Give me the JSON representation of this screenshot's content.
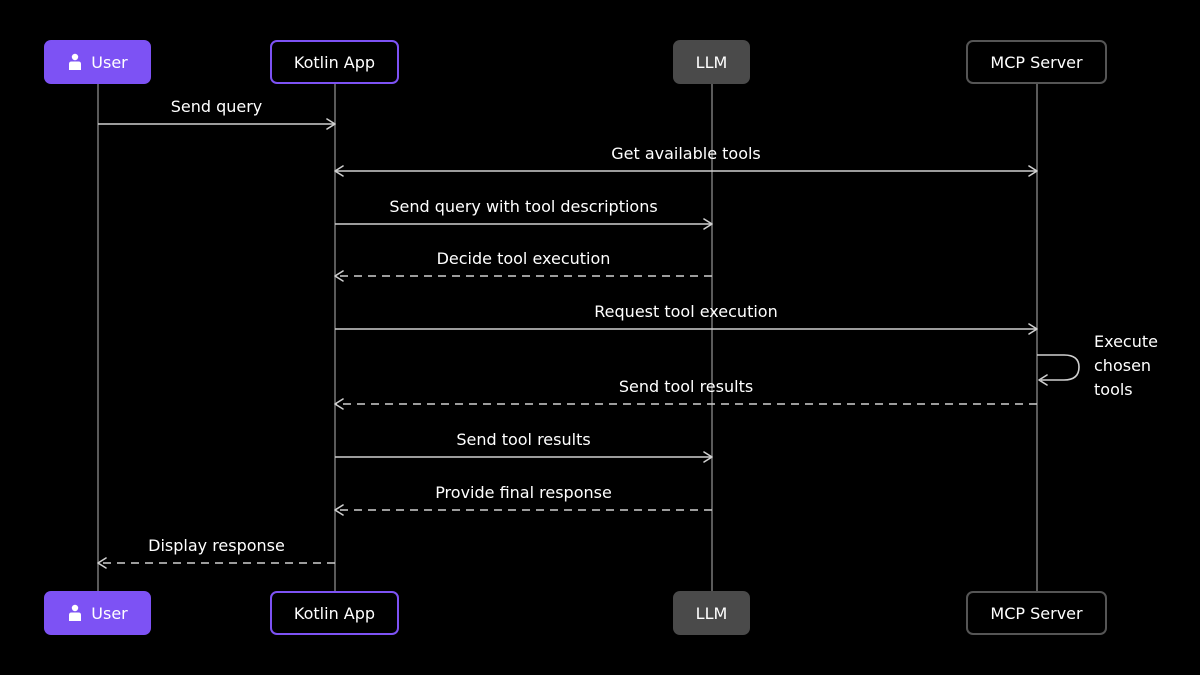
{
  "actors": [
    {
      "id": "user",
      "label": "User",
      "icon": "user-icon"
    },
    {
      "id": "kotlin",
      "label": "Kotlin App"
    },
    {
      "id": "llm",
      "label": "LLM"
    },
    {
      "id": "mcp",
      "label": "MCP Server"
    }
  ],
  "messages": [
    {
      "from": "user",
      "to": "kotlin",
      "label": "Send query",
      "style": "solid"
    },
    {
      "from": "kotlin",
      "to": "mcp",
      "label": "Get available tools",
      "style": "solid",
      "bidirectional": true
    },
    {
      "from": "kotlin",
      "to": "llm",
      "label": "Send query with tool descriptions",
      "style": "solid"
    },
    {
      "from": "llm",
      "to": "kotlin",
      "label": "Decide tool execution",
      "style": "dashed"
    },
    {
      "from": "kotlin",
      "to": "mcp",
      "label": "Request tool execution",
      "style": "solid"
    },
    {
      "from": "mcp",
      "to": "kotlin",
      "label": "Send tool results",
      "style": "dashed"
    },
    {
      "from": "kotlin",
      "to": "llm",
      "label": "Send tool results",
      "style": "solid"
    },
    {
      "from": "llm",
      "to": "kotlin",
      "label": "Provide final response",
      "style": "dashed"
    },
    {
      "from": "kotlin",
      "to": "user",
      "label": "Display response",
      "style": "dashed"
    }
  ],
  "self_note": {
    "actor": "mcp",
    "label": "Execute\nchosen\ntools"
  },
  "colors": {
    "user_fill": "#7d52f4",
    "kotlin_border": "#7d52f4",
    "llm_fill": "#4a4a4a",
    "mcp_border": "#555555",
    "lifeline": "#8a8a8a",
    "arrow": "#d0d0d0"
  }
}
